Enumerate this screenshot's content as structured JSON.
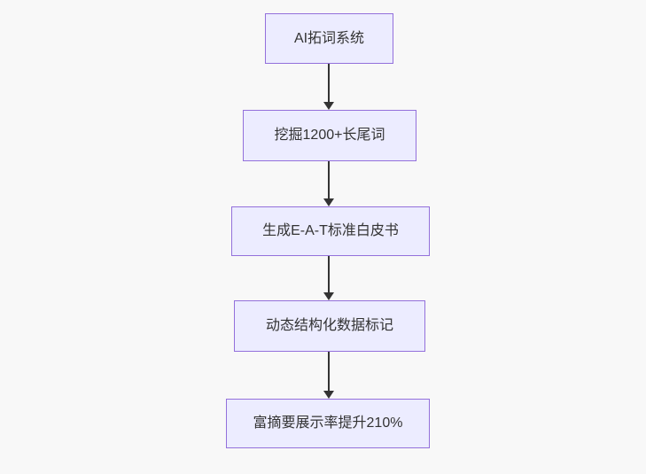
{
  "flowchart": {
    "type": "vertical-flowchart",
    "nodes": [
      {
        "label": "AI拓词系统"
      },
      {
        "label": "挖掘1200+长尾词"
      },
      {
        "label": "生成E-A-T标准白皮书"
      },
      {
        "label": "动态结构化数据标记"
      },
      {
        "label": "富摘要展示率提升210%"
      }
    ],
    "edges": [
      {
        "from": 0,
        "to": 1
      },
      {
        "from": 1,
        "to": 2
      },
      {
        "from": 2,
        "to": 3
      },
      {
        "from": 3,
        "to": 4
      }
    ]
  },
  "theme": {
    "background": "#f8f8f8",
    "node_fill": "#ececff",
    "node_border": "#9370db",
    "arrow_color": "#333333",
    "text_color": "#333333"
  }
}
